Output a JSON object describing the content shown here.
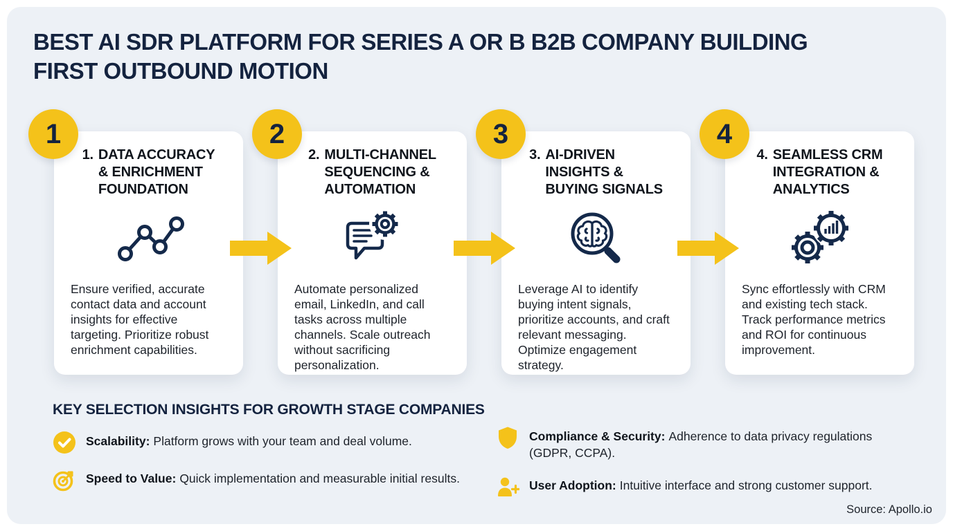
{
  "title": {
    "line1": "BEST AI SDR PLATFORM FOR SERIES A OR B B2B COMPANY BUILDING",
    "line2": "FIRST OUTBOUND MOTION"
  },
  "steps": [
    {
      "badge": "1",
      "number_label": "1.",
      "title_lines": [
        "DATA ACCURACY",
        "& ENRICHMENT",
        "FOUNDATION"
      ],
      "icon": "trend-line-chart-icon",
      "description": "Ensure verified, accurate contact data and account insights for effective targeting. Prioritize robust enrichment capabilities."
    },
    {
      "badge": "2",
      "number_label": "2.",
      "title_lines": [
        "MULTI-CHANNEL",
        "SEQUENCING &",
        "AUTOMATION"
      ],
      "icon": "chat-bubble-gear-icon",
      "description": "Automate personalized email, LinkedIn, and call tasks across multiple channels. Scale outreach without sacrificing personalization."
    },
    {
      "badge": "3",
      "number_label": "3.",
      "title_lines": [
        "AI-DRIVEN",
        "INSIGHTS &",
        "BUYING SIGNALS"
      ],
      "icon": "brain-magnifier-icon",
      "description": "Leverage AI to identify buying intent signals, prioritize accounts, and craft relevant messaging. Optimize engagement strategy."
    },
    {
      "badge": "4",
      "number_label": "4.",
      "title_lines": [
        "SEAMLESS CRM",
        "INTEGRATION &",
        "ANALYTICS"
      ],
      "icon": "gears-analytics-icon",
      "description": "Sync effortlessly with CRM and existing tech stack. Track performance metrics and ROI for continuous improvement."
    }
  ],
  "insights": {
    "heading": "KEY SELECTION INSIGHTS FOR GROWTH STAGE COMPANIES",
    "items": [
      {
        "icon": "check-circle-icon",
        "label": "Scalability:",
        "text": "Platform grows with your team and deal volume."
      },
      {
        "icon": "target-dart-icon",
        "label": "Speed to Value:",
        "text": "Quick implementation and measurable initial results."
      },
      {
        "icon": "shield-icon",
        "label": "Compliance & Security:",
        "text": "Adherence to data privacy regulations (GDPR, CCPA)."
      },
      {
        "icon": "user-add-icon",
        "label": "User Adoption:",
        "text": "Intuitive interface and strong customer support."
      }
    ]
  },
  "source": "Source: Apollo.io",
  "colors": {
    "accent_yellow": "#F4C21A",
    "navy": "#14233F",
    "panel_bg": "#EDF1F6",
    "card_bg": "#FFFFFF"
  }
}
